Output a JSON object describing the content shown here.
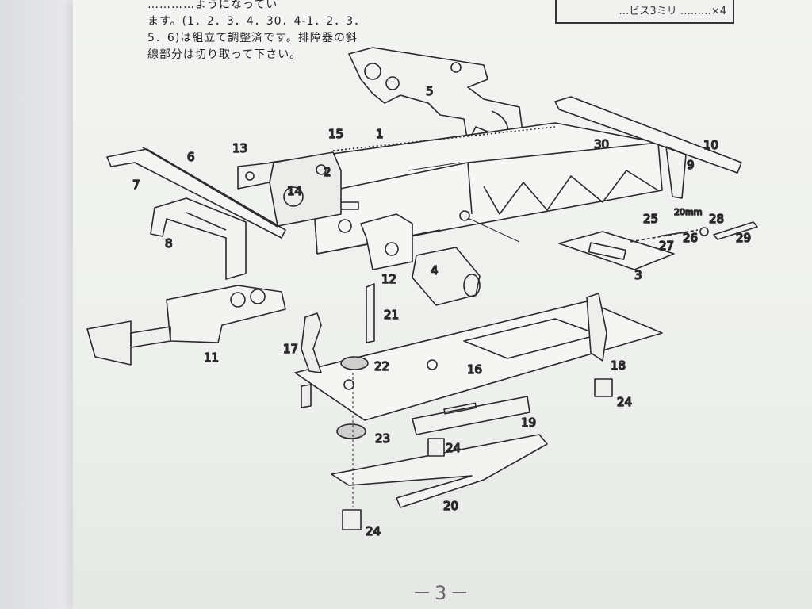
{
  "intro_lines": [
    "…………ようになってい",
    "ます。(1．2．3．4．30．4-1．2．3．",
    "5．6)は組立て調整済です。排障器の斜",
    "線部分は切り取って下さい。"
  ],
  "note_box": {
    "line": "…ビス3ミリ ………×4"
  },
  "part_labels": {
    "p1": "1",
    "p2": "2",
    "p3": "3",
    "p4": "4",
    "p5": "5",
    "p6": "6",
    "p7": "7",
    "p8": "8",
    "p9": "9",
    "p10": "10",
    "p11": "11",
    "p12": "12",
    "p13": "13",
    "p14": "14",
    "p15": "15",
    "p16": "16",
    "p17": "17",
    "p18": "18",
    "p19": "19",
    "p20": "20",
    "p21": "21",
    "p22": "22",
    "p23": "23",
    "p24a": "24",
    "p24b": "24",
    "p24c": "24",
    "p25": "25",
    "p26": "26",
    "p27": "27",
    "p28": "28",
    "p29": "29",
    "p30": "30",
    "dim": "20mm"
  },
  "page_number": "－3－"
}
